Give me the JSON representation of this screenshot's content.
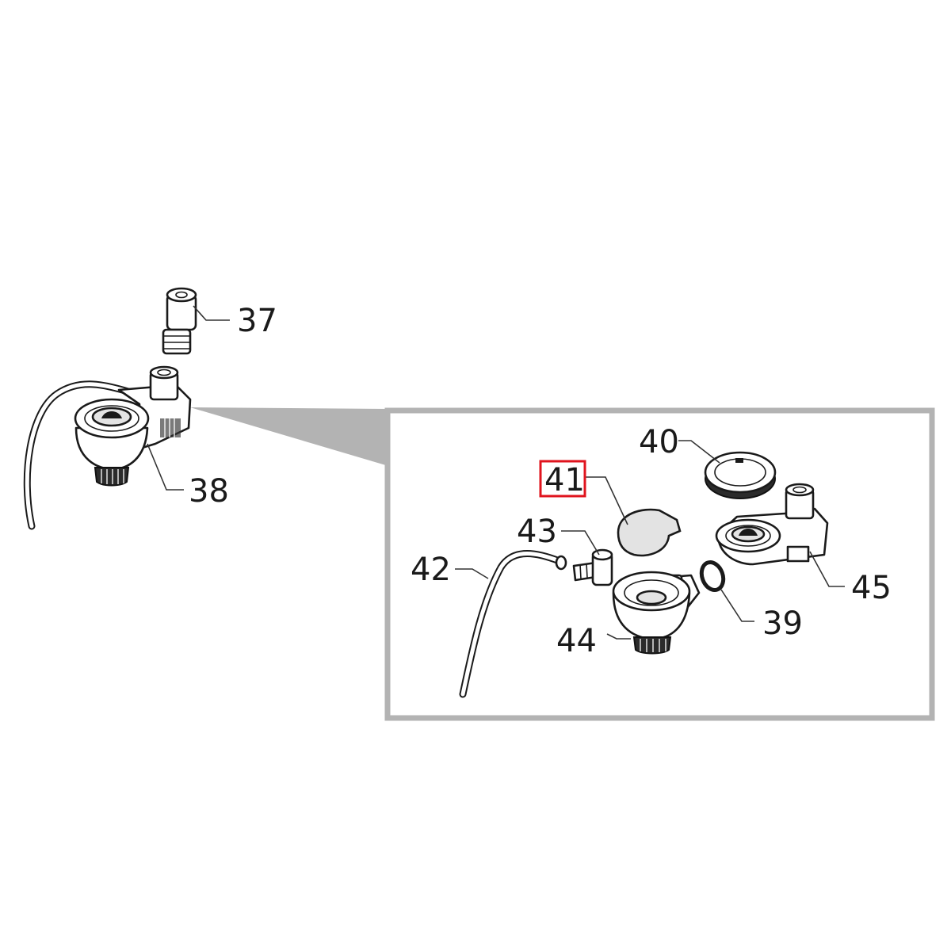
{
  "diagram": {
    "inset_frame_color": "#b3b3b3",
    "highlight_color": "#e0141e",
    "callouts": {
      "p37": "37",
      "p38": "38",
      "p39": "39",
      "p40": "40",
      "p41": "41",
      "p42": "42",
      "p43": "43",
      "p44": "44",
      "p45": "45"
    },
    "highlighted_callout": "41"
  }
}
